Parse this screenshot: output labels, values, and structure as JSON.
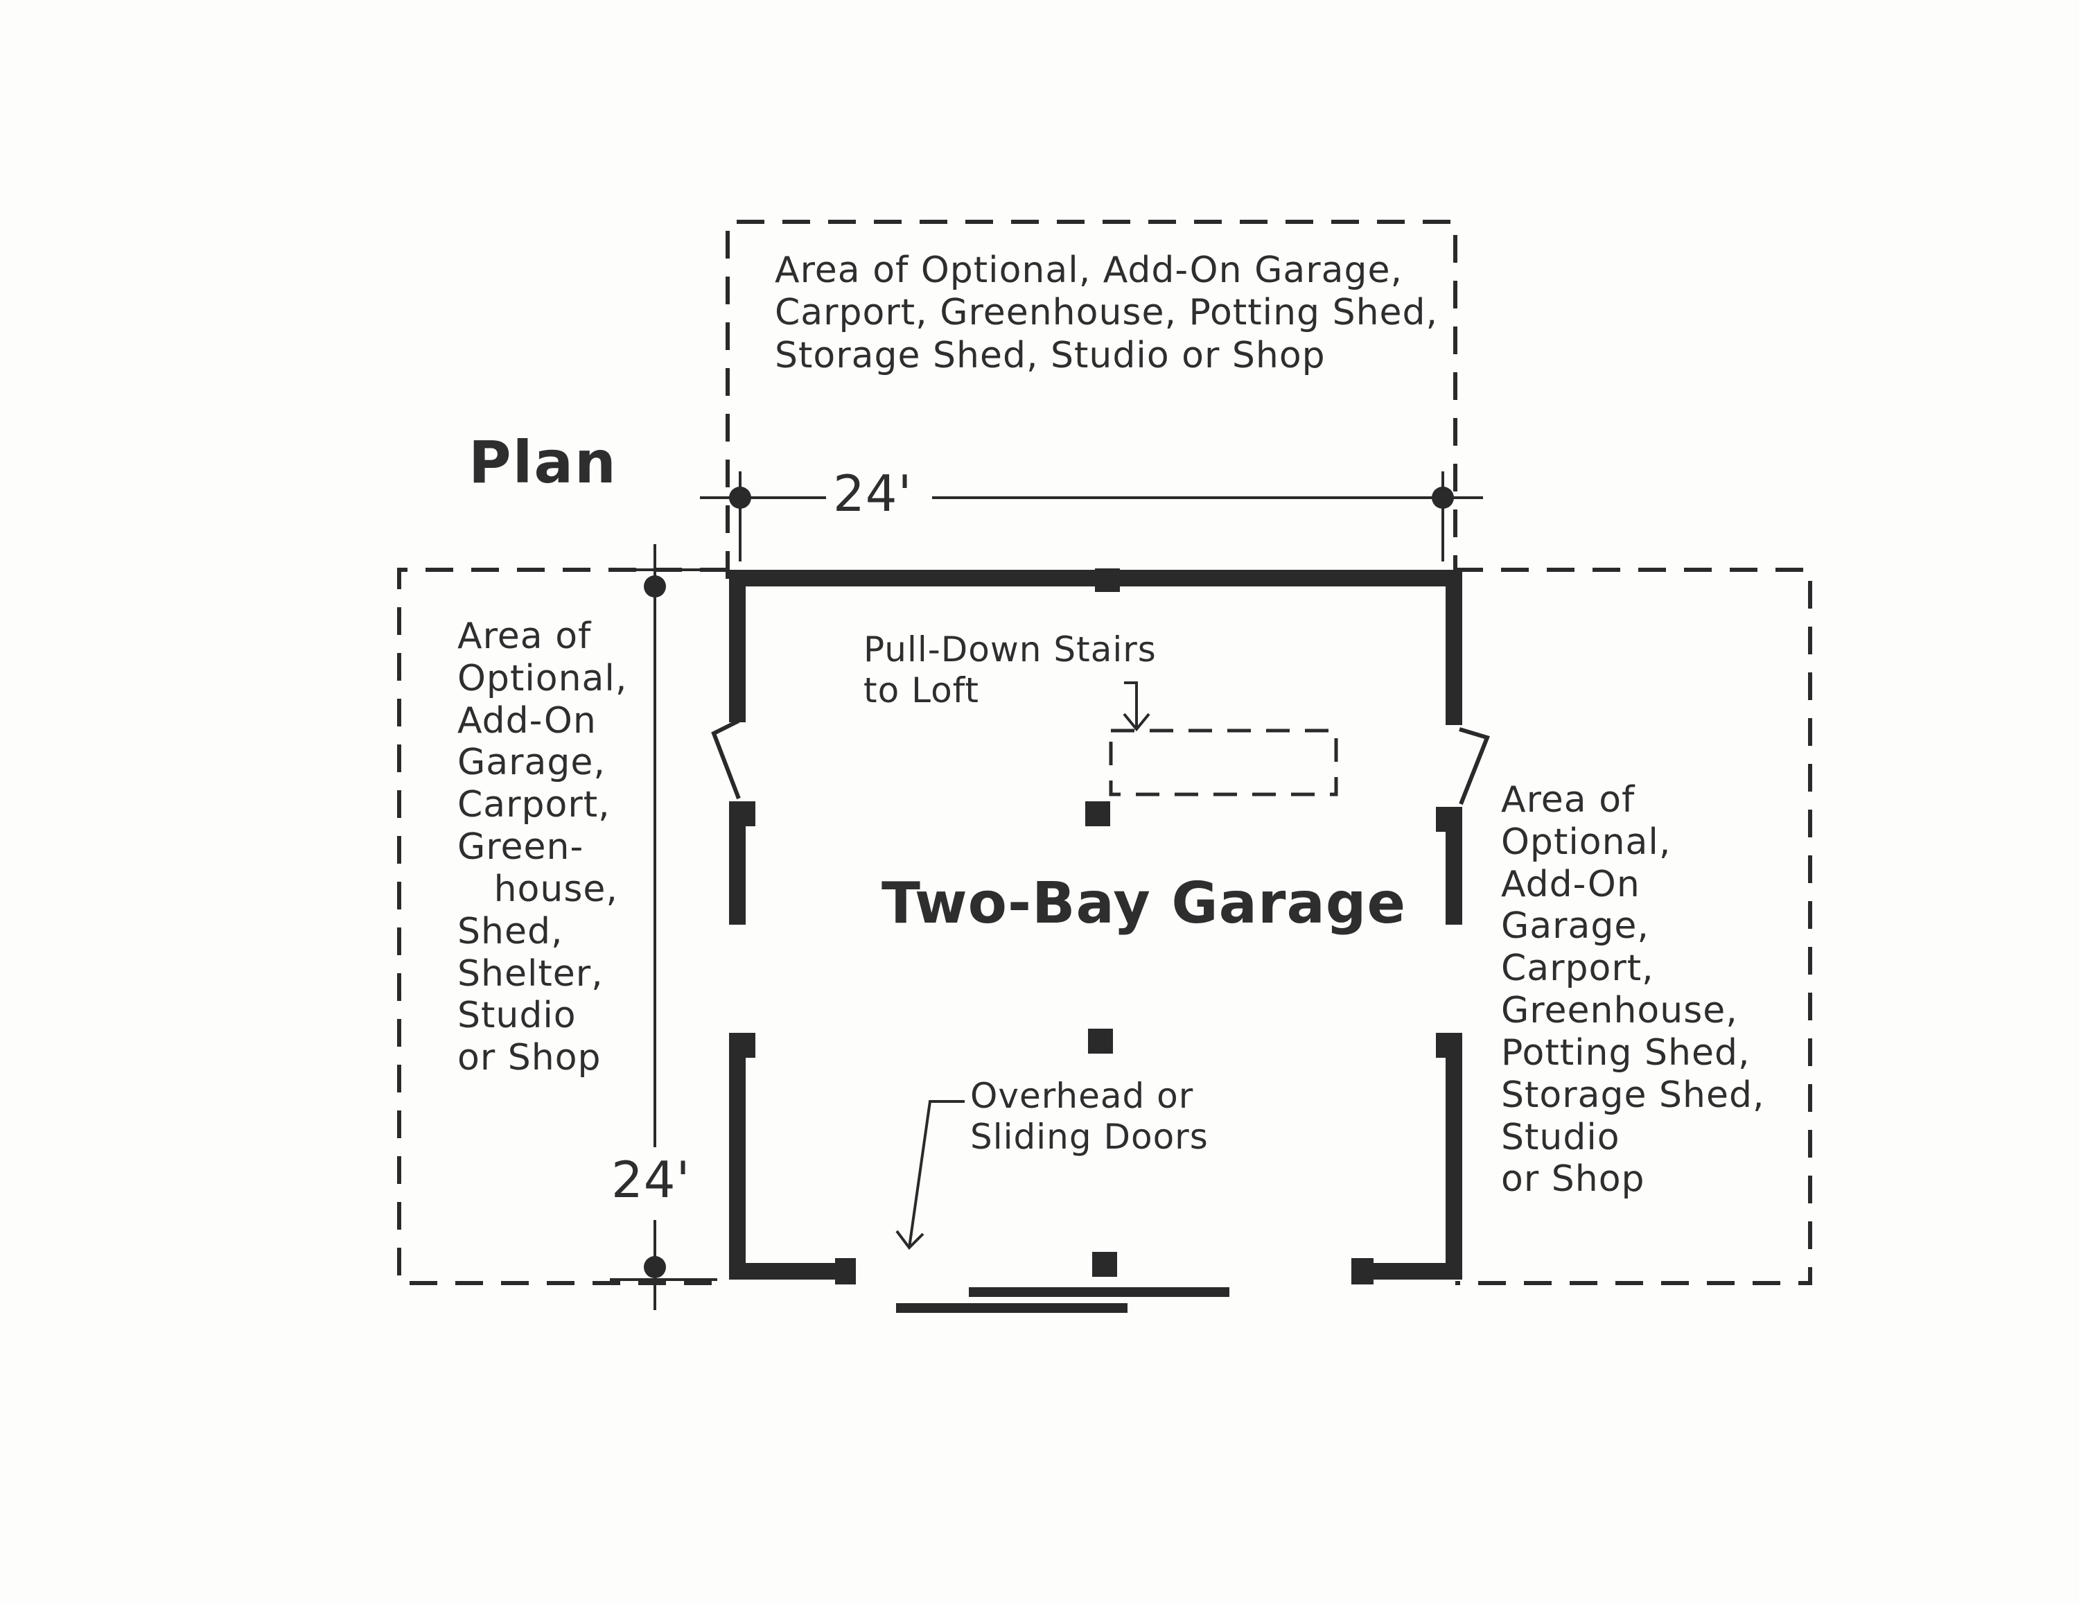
{
  "title": "Plan",
  "main_label": "Two-Bay Garage",
  "dimensions": {
    "width": "24'",
    "depth": "24'"
  },
  "notes": {
    "top_area": "Area of Optional, Add-On Garage,\nCarport, Greenhouse, Potting Shed,\nStorage Shed, Studio or Shop",
    "left_area": "Area of\nOptional,\nAdd-On\nGarage,\nCarport,\nGreen-\n   house,\nShed,\nShelter,\nStudio\nor Shop",
    "right_area": "Area of\nOptional,\nAdd-On\nGarage,\nCarport,\nGreenhouse,\nPotting Shed,\nStorage Shed,\nStudio\nor Shop",
    "stairs": "Pull-Down Stairs\nto Loft",
    "doors": "Overhead or\nSliding Doors"
  },
  "colors": {
    "ink": "#2a2a2a",
    "paper": "#fdfdfb"
  }
}
